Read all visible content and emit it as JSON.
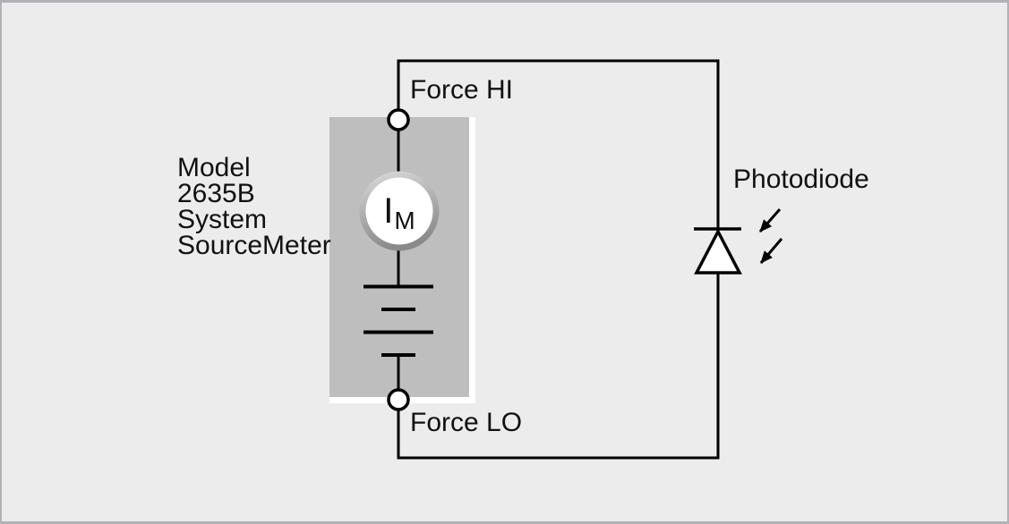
{
  "diagram": {
    "source_meter": {
      "label": "Model\n2635B\nSystem\nSourceMeter",
      "meter": {
        "symbol": "I",
        "subscript": "M"
      }
    },
    "terminals": {
      "force_hi": "Force HI",
      "force_lo": "Force LO"
    },
    "photodiode": {
      "label": "Photodiode"
    },
    "colors": {
      "background": "#ececec",
      "frame_border": "#b0b2b8",
      "box_fill": "#bebebe",
      "box_bevel": "#ffffff",
      "wire": "#000000",
      "meter_ring_light": "#dadada",
      "meter_ring_dark": "#8a8a8a",
      "symbol_fill": "#ffffff"
    }
  }
}
